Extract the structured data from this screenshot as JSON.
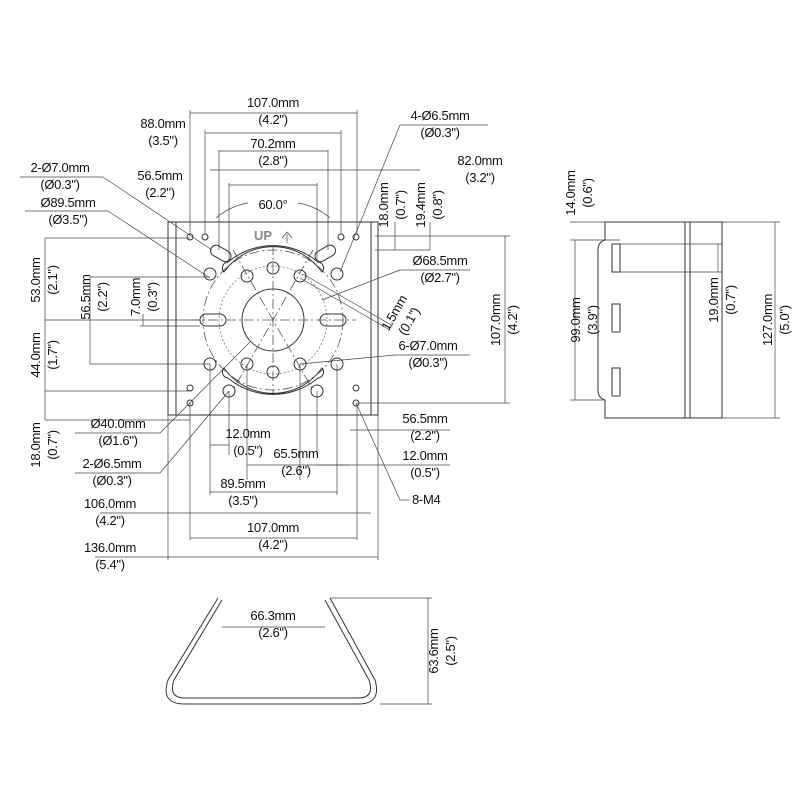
{
  "title": "Corner mount bracket dimension drawing",
  "up_label": "UP",
  "angle_label": "60.0°",
  "thread_label": "8-M4",
  "dims": {
    "top_107": {
      "mm": "107.0mm",
      "in": "(4.2\")"
    },
    "top_88": {
      "mm": "88.0mm",
      "in": "(3.5\")"
    },
    "top_70_2": {
      "mm": "70.2mm",
      "in": "(2.8\")"
    },
    "top_56_5": {
      "mm": "56.5mm",
      "in": "(2.2\")"
    },
    "hole_2x7": {
      "mm": "2-Ø7.0mm",
      "in": "(Ø0.3\")"
    },
    "circle_89_5": {
      "mm": "Ø89.5mm",
      "in": "(Ø3.5\")"
    },
    "hole_4x6_5": {
      "mm": "4-Ø6.5mm",
      "in": "(Ø0.3\")"
    },
    "top_82": {
      "mm": "82.0mm",
      "in": "(3.2\")"
    },
    "v_18_top": {
      "mm": "18.0mm",
      "in": "(0.7\")"
    },
    "v_19_4": {
      "mm": "19.4mm",
      "in": "(0.8\")"
    },
    "circle_68_5": {
      "mm": "Ø68.5mm",
      "in": "(Ø2.7\")"
    },
    "slot_1_5": {
      "mm": "1.5mm",
      "in": "(0.1\")"
    },
    "hole_6x7": {
      "mm": "6-Ø7.0mm",
      "in": "(Ø0.3\")"
    },
    "right_107": {
      "mm": "107.0mm",
      "in": "(4.2\")"
    },
    "left_53": {
      "mm": "53.0mm",
      "in": "(2.1\")"
    },
    "left_56_5": {
      "mm": "56.5mm",
      "in": "(2.2\")"
    },
    "left_7": {
      "mm": "7.0mm",
      "in": "(0.3\")"
    },
    "left_44": {
      "mm": "44.0mm",
      "in": "(1.7\")"
    },
    "left_18": {
      "mm": "18.0mm",
      "in": "(0.7\")"
    },
    "circle_40": {
      "mm": "Ø40.0mm",
      "in": "(Ø1.6\")"
    },
    "hole_2x6_5": {
      "mm": "2-Ø6.5mm",
      "in": "(Ø0.3\")"
    },
    "bot_12_left": {
      "mm": "12.0mm",
      "in": "(0.5\")"
    },
    "bot_65_5": {
      "mm": "65.5mm",
      "in": "(2.6\")"
    },
    "bot_56_5": {
      "mm": "56.5mm",
      "in": "(2.2\")"
    },
    "bot_12_right": {
      "mm": "12.0mm",
      "in": "(0.5\")"
    },
    "bot_89_5": {
      "mm": "89.5mm",
      "in": "(3.5\")"
    },
    "bot_106": {
      "mm": "106.0mm",
      "in": "(4.2\")"
    },
    "bot_107": {
      "mm": "107.0mm",
      "in": "(4.2\")"
    },
    "bot_136": {
      "mm": "136.0mm",
      "in": "(5.4\")"
    },
    "bend_66_3": {
      "mm": "66.3mm",
      "in": "(2.6\")"
    },
    "bend_63_6": {
      "mm": "63.6mm",
      "in": "(2.5\")"
    },
    "side_14": {
      "mm": "14.0mm",
      "in": "(0.6\")"
    },
    "side_99": {
      "mm": "99.0mm",
      "in": "(3.9\")"
    },
    "side_19": {
      "mm": "19.0mm",
      "in": "(0.7\")"
    },
    "side_127": {
      "mm": "127.0mm",
      "in": "(5.0\")"
    }
  }
}
